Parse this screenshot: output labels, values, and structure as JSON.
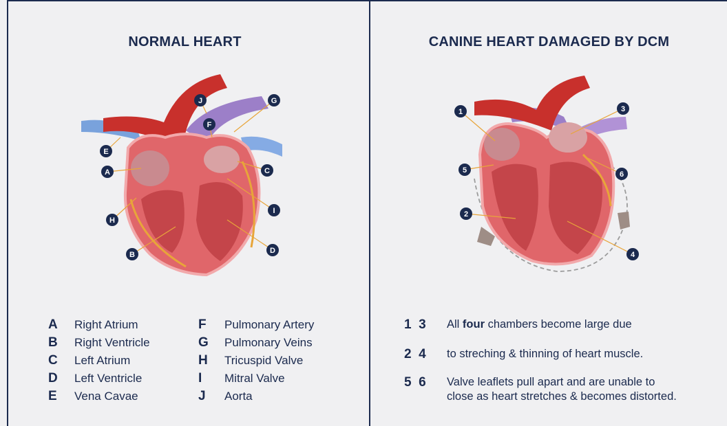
{
  "left_panel": {
    "title": "NORMAL HEART",
    "legend_left": [
      {
        "letter": "A",
        "label": "Right Atrium"
      },
      {
        "letter": "B",
        "label": "Right Ventricle"
      },
      {
        "letter": "C",
        "label": "Left Atrium"
      },
      {
        "letter": "D",
        "label": "Left Ventricle"
      },
      {
        "letter": "E",
        "label": "Vena Cavae"
      }
    ],
    "legend_right": [
      {
        "letter": "F",
        "label": "Pulmonary Artery"
      },
      {
        "letter": "G",
        "label": "Pulmonary Veins"
      },
      {
        "letter": "H",
        "label": "Tricuspid Valve"
      },
      {
        "letter": "I",
        "label": "Mitral Valve"
      },
      {
        "letter": "J",
        "label": "Aorta"
      }
    ]
  },
  "right_panel": {
    "title": "CANINE HEART DAMAGED BY DCM",
    "notes": [
      {
        "nums": "1  3",
        "text_before": "All ",
        "text_bold": "four",
        "text_after": " chambers become large due"
      },
      {
        "nums": "2  4",
        "text_before": "to streching & thinning of heart muscle.",
        "text_bold": "",
        "text_after": ""
      },
      {
        "nums": "5  6",
        "text_before": "Valve leaflets pull apart and are unable to",
        "text_bold": "",
        "text_after": "",
        "line2": "close as heart stretches & becomes distorted."
      }
    ]
  },
  "colors": {
    "navy": "#1b2a4e",
    "background": "#f0f0f2",
    "muscle": "#e0666a",
    "aorta": "#c8302c",
    "vessel_blue": "#5b8fd6",
    "pulmonary_purple": "#9c7fc8",
    "lead_line": "#e8a53a"
  },
  "icons": [
    "normal-heart-illustration",
    "dcm-heart-illustration"
  ]
}
